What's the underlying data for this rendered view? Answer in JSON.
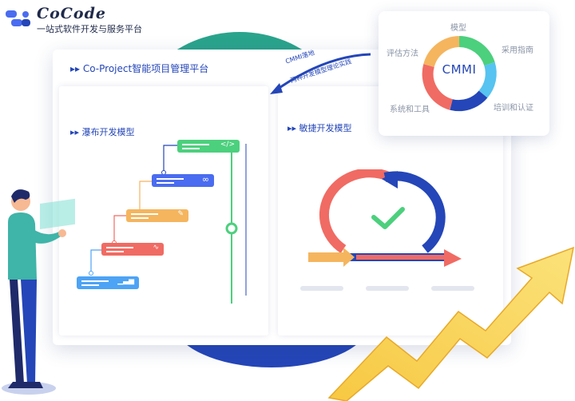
{
  "brand": {
    "title": "CoCode",
    "subtitle": "一站式软件开发与服务平台"
  },
  "panel": {
    "title": "▸▸ Co-Project智能项目管理平台"
  },
  "waterfall": {
    "heading": "▸▸ 瀑布开发模型",
    "stages": [
      {
        "color": "#4cd07d",
        "icon": "code-icon"
      },
      {
        "color": "#4a6cf0",
        "icon": "infinity-icon"
      },
      {
        "color": "#f5b55e",
        "icon": "pencil-icon"
      },
      {
        "color": "#f06b63",
        "icon": "wave-icon"
      },
      {
        "color": "#4da3f5",
        "icon": "bar-chart-icon"
      }
    ]
  },
  "agile": {
    "heading": "▸▸ 敏捷开发模型"
  },
  "cmmi": {
    "center": "CMMI",
    "labels": {
      "top": "模型",
      "right_top": "采用指南",
      "right_bottom": "培训和认证",
      "left_bottom": "系统和工具",
      "left_top": "评估方法"
    },
    "colors": [
      "#4cd07d",
      "#56c3f0",
      "#2446b8",
      "#f06b63",
      "#f5b55e"
    ]
  },
  "annotation": {
    "line1": "CMMI落地",
    "line2": "两种开发模型理论实践"
  }
}
